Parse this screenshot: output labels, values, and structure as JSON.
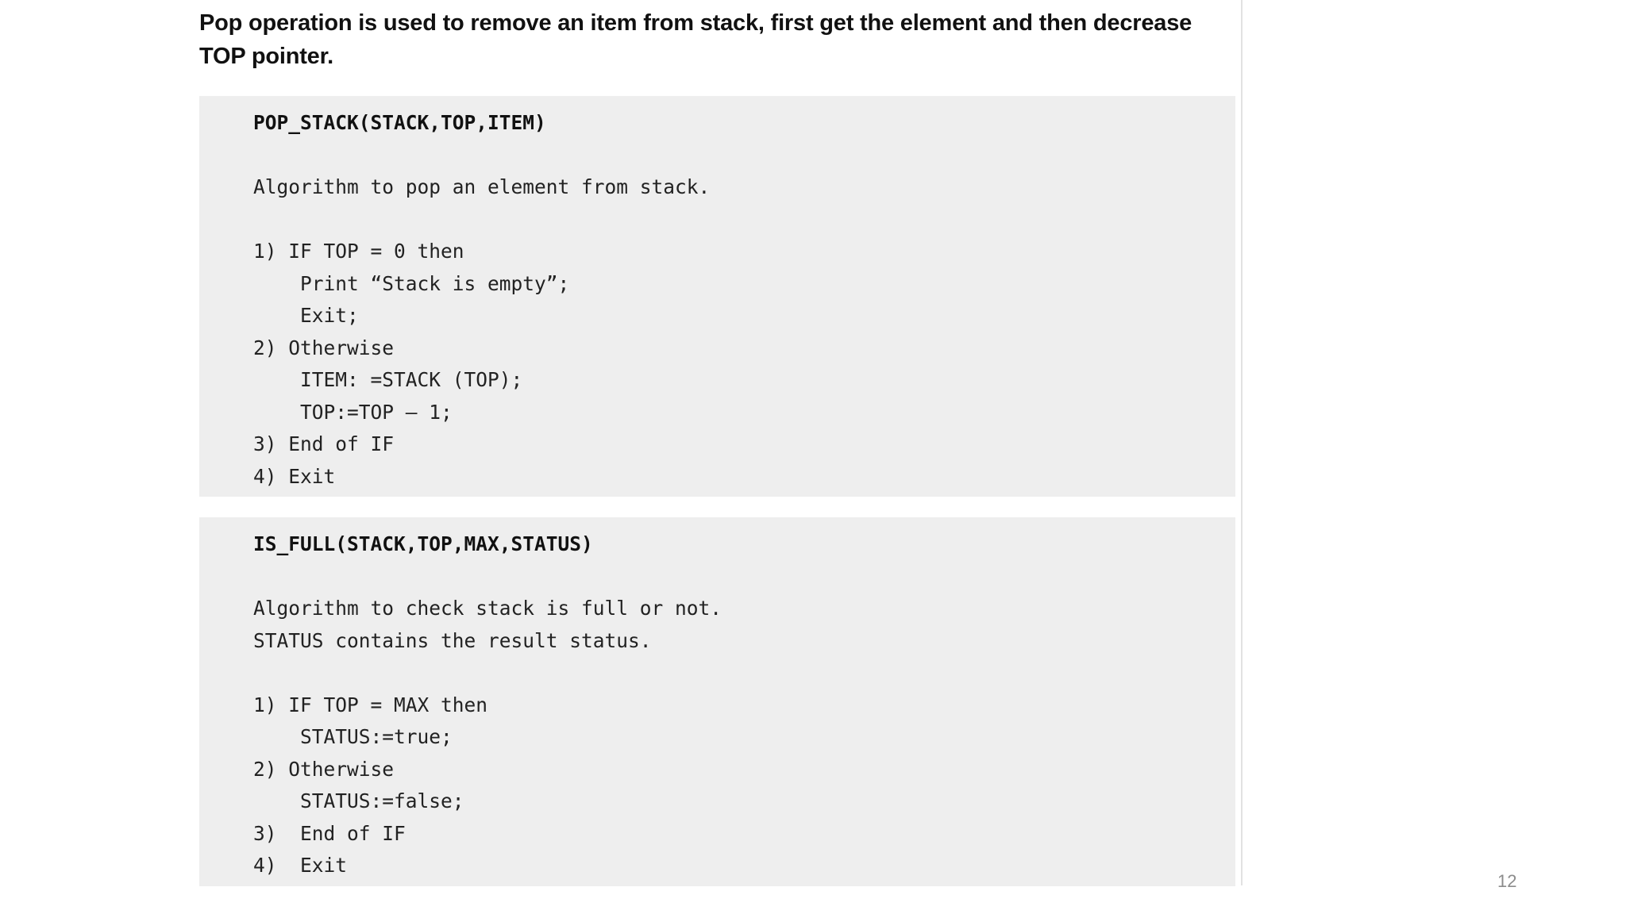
{
  "intro_text": "Pop operation is used to remove an item from stack, first get the element and then decrease TOP pointer.",
  "pop_stack_block": {
    "lines": [
      "POP_STACK(STACK,TOP,ITEM)",
      "",
      "Algorithm to pop an element from stack.",
      "",
      "1) IF TOP = 0 then",
      "    Print “Stack is empty”;",
      "    Exit;",
      "2) Otherwise",
      "    ITEM: =STACK (TOP);",
      "    TOP:=TOP – 1;",
      "3) End of IF",
      "4) Exit"
    ]
  },
  "is_full_block": {
    "lines": [
      "IS_FULL(STACK,TOP,MAX,STATUS)",
      "",
      "Algorithm to check stack is full or not.",
      "STATUS contains the result status.",
      "",
      "1) IF TOP = MAX then",
      "    STATUS:=true;",
      "2) Otherwise",
      "    STATUS:=false;",
      "3)  End of IF",
      "4)  Exit"
    ]
  },
  "page_number": "12"
}
